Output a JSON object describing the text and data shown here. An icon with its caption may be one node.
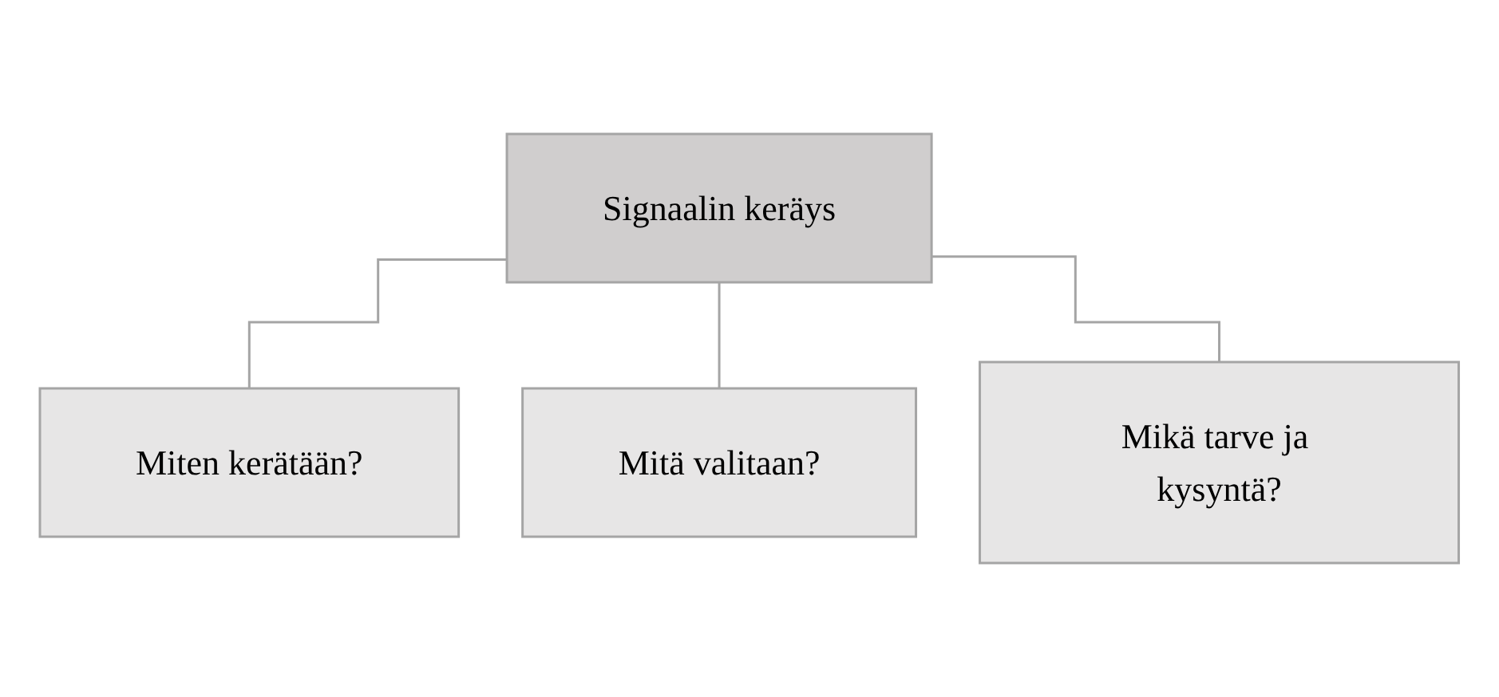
{
  "diagram": {
    "nodes": [
      {
        "text": [
          "Signaalin keräys"
        ]
      },
      {
        "text": [
          "Miten kerätään?"
        ]
      },
      {
        "text": [
          "Mitä valitaan?"
        ]
      },
      {
        "text": [
          "Mikä tarve ja kysyntä?"
        ]
      }
    ],
    "edges": [
      {
        "from": 0,
        "to": 1,
        "arrow": "none"
      },
      {
        "from": 0,
        "to": 2,
        "arrow": "none"
      },
      {
        "from": 0,
        "to": 3,
        "arrow": "none"
      }
    ]
  }
}
